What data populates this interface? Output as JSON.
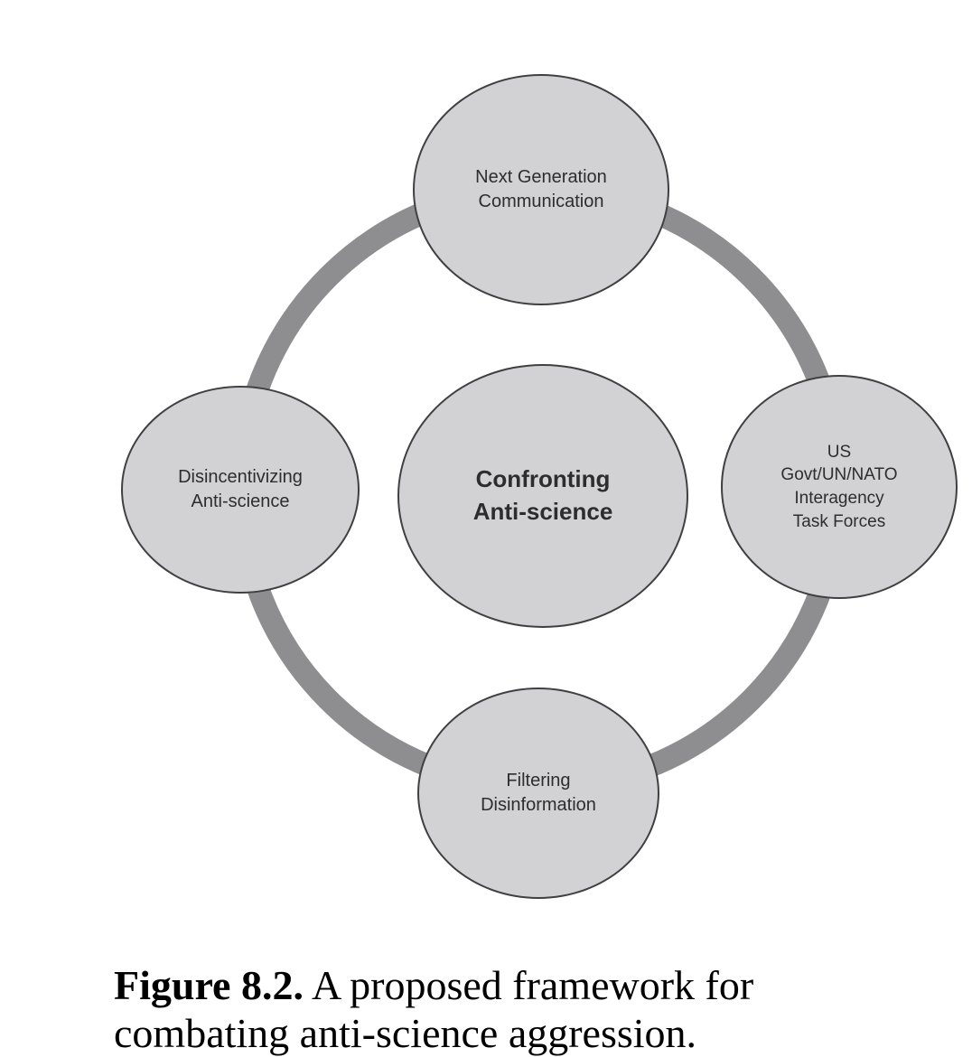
{
  "colors": {
    "background": "#ffffff",
    "node_fill": "#d2d2d4",
    "node_border": "#404042",
    "ring": "#8e8e90",
    "node_text": "#2d2d2f",
    "caption_text": "#000000"
  },
  "diagram": {
    "center": {
      "label": "Confronting\nAnti-science"
    },
    "nodes": [
      {
        "id": "next-generation-communication",
        "position": "top",
        "label": "Next Generation\nCommunication"
      },
      {
        "id": "us-govt-un-nato-interagency-task-forces",
        "position": "right",
        "label": "US\nGovt/UN/NATO\nInteragency\nTask Forces"
      },
      {
        "id": "filtering-disinformation",
        "position": "bottom",
        "label": "Filtering\nDisinformation"
      },
      {
        "id": "disincentivizing-anti-science",
        "position": "left",
        "label": "Disincentivizing\nAnti-science"
      }
    ]
  },
  "caption": {
    "label": "Figure 8.2.",
    "text_line1": "A proposed framework for",
    "text_line2": "combating anti-science aggression."
  }
}
